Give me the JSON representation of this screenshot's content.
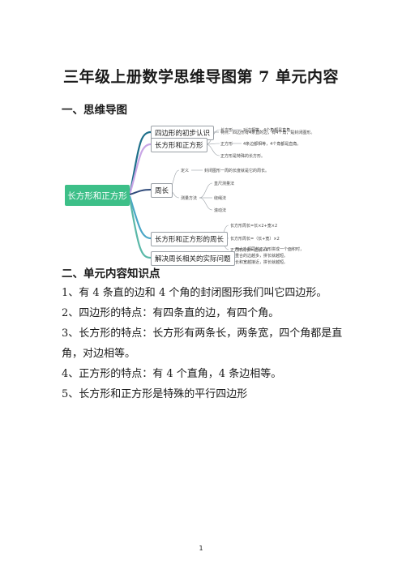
{
  "title": "三年级上册数学思维导图第 7 单元内容",
  "section1": "一、思维导图",
  "mindmap": {
    "center": "长方形和正方形",
    "branches": [
      {
        "label": "四边形的初步认识",
        "leaves": [
          "特点：四边形有4条直的边，有4个角，是封闭图形。"
        ]
      },
      {
        "label": "长方形和正方形",
        "leaves": [
          "长方形",
          "对边相等，4个角都是直角。",
          "正方形",
          "4条边都相等，4个角都是直角。",
          "正方形是特殊的长方形。"
        ]
      },
      {
        "label": "周长",
        "leaves": [
          "定义",
          "封闭图形一周的长度就是它的周长。",
          "直尺测量法",
          "测量方法",
          "绕绳法",
          "滚动法"
        ]
      },
      {
        "label": "长方形和正方形的周长",
        "leaves": [
          "长方形周长=长×2+宽×2",
          "长方形周长=（长+宽）×2",
          "正方形周长=边长×4"
        ]
      },
      {
        "label": "解决周长相关的实际问题",
        "leaves": [
          "用大小相同的正方形拼成一个面积时，",
          "重合的边越多，拼长就越短。",
          "长和宽越接近，拼长就越短。"
        ]
      }
    ]
  },
  "section2": "二、单元内容知识点",
  "points": [
    "1、有 4 条直的边和 4 个角的封闭图形我们叫它四边形。",
    "2、四边形的特点：有四条直的边，有四个角。",
    "3、长方形的特点：长方形有两条长，两条宽，四个角都是直角，对边相等。",
    "4、正方形的特点：有 4 个直角，4 条边相等。",
    "5、长方形和正方形是特殊的平行四边形"
  ],
  "page_number": "1",
  "colors": {
    "center_fill": "#3dbf88",
    "branch1_line": "#1e6f8a",
    "branch2_line": "#c9a6e6",
    "branch3_line": "#2f4a7a",
    "branch4_line": "#4aa6c6",
    "branch5_line": "#5ab8a8"
  }
}
